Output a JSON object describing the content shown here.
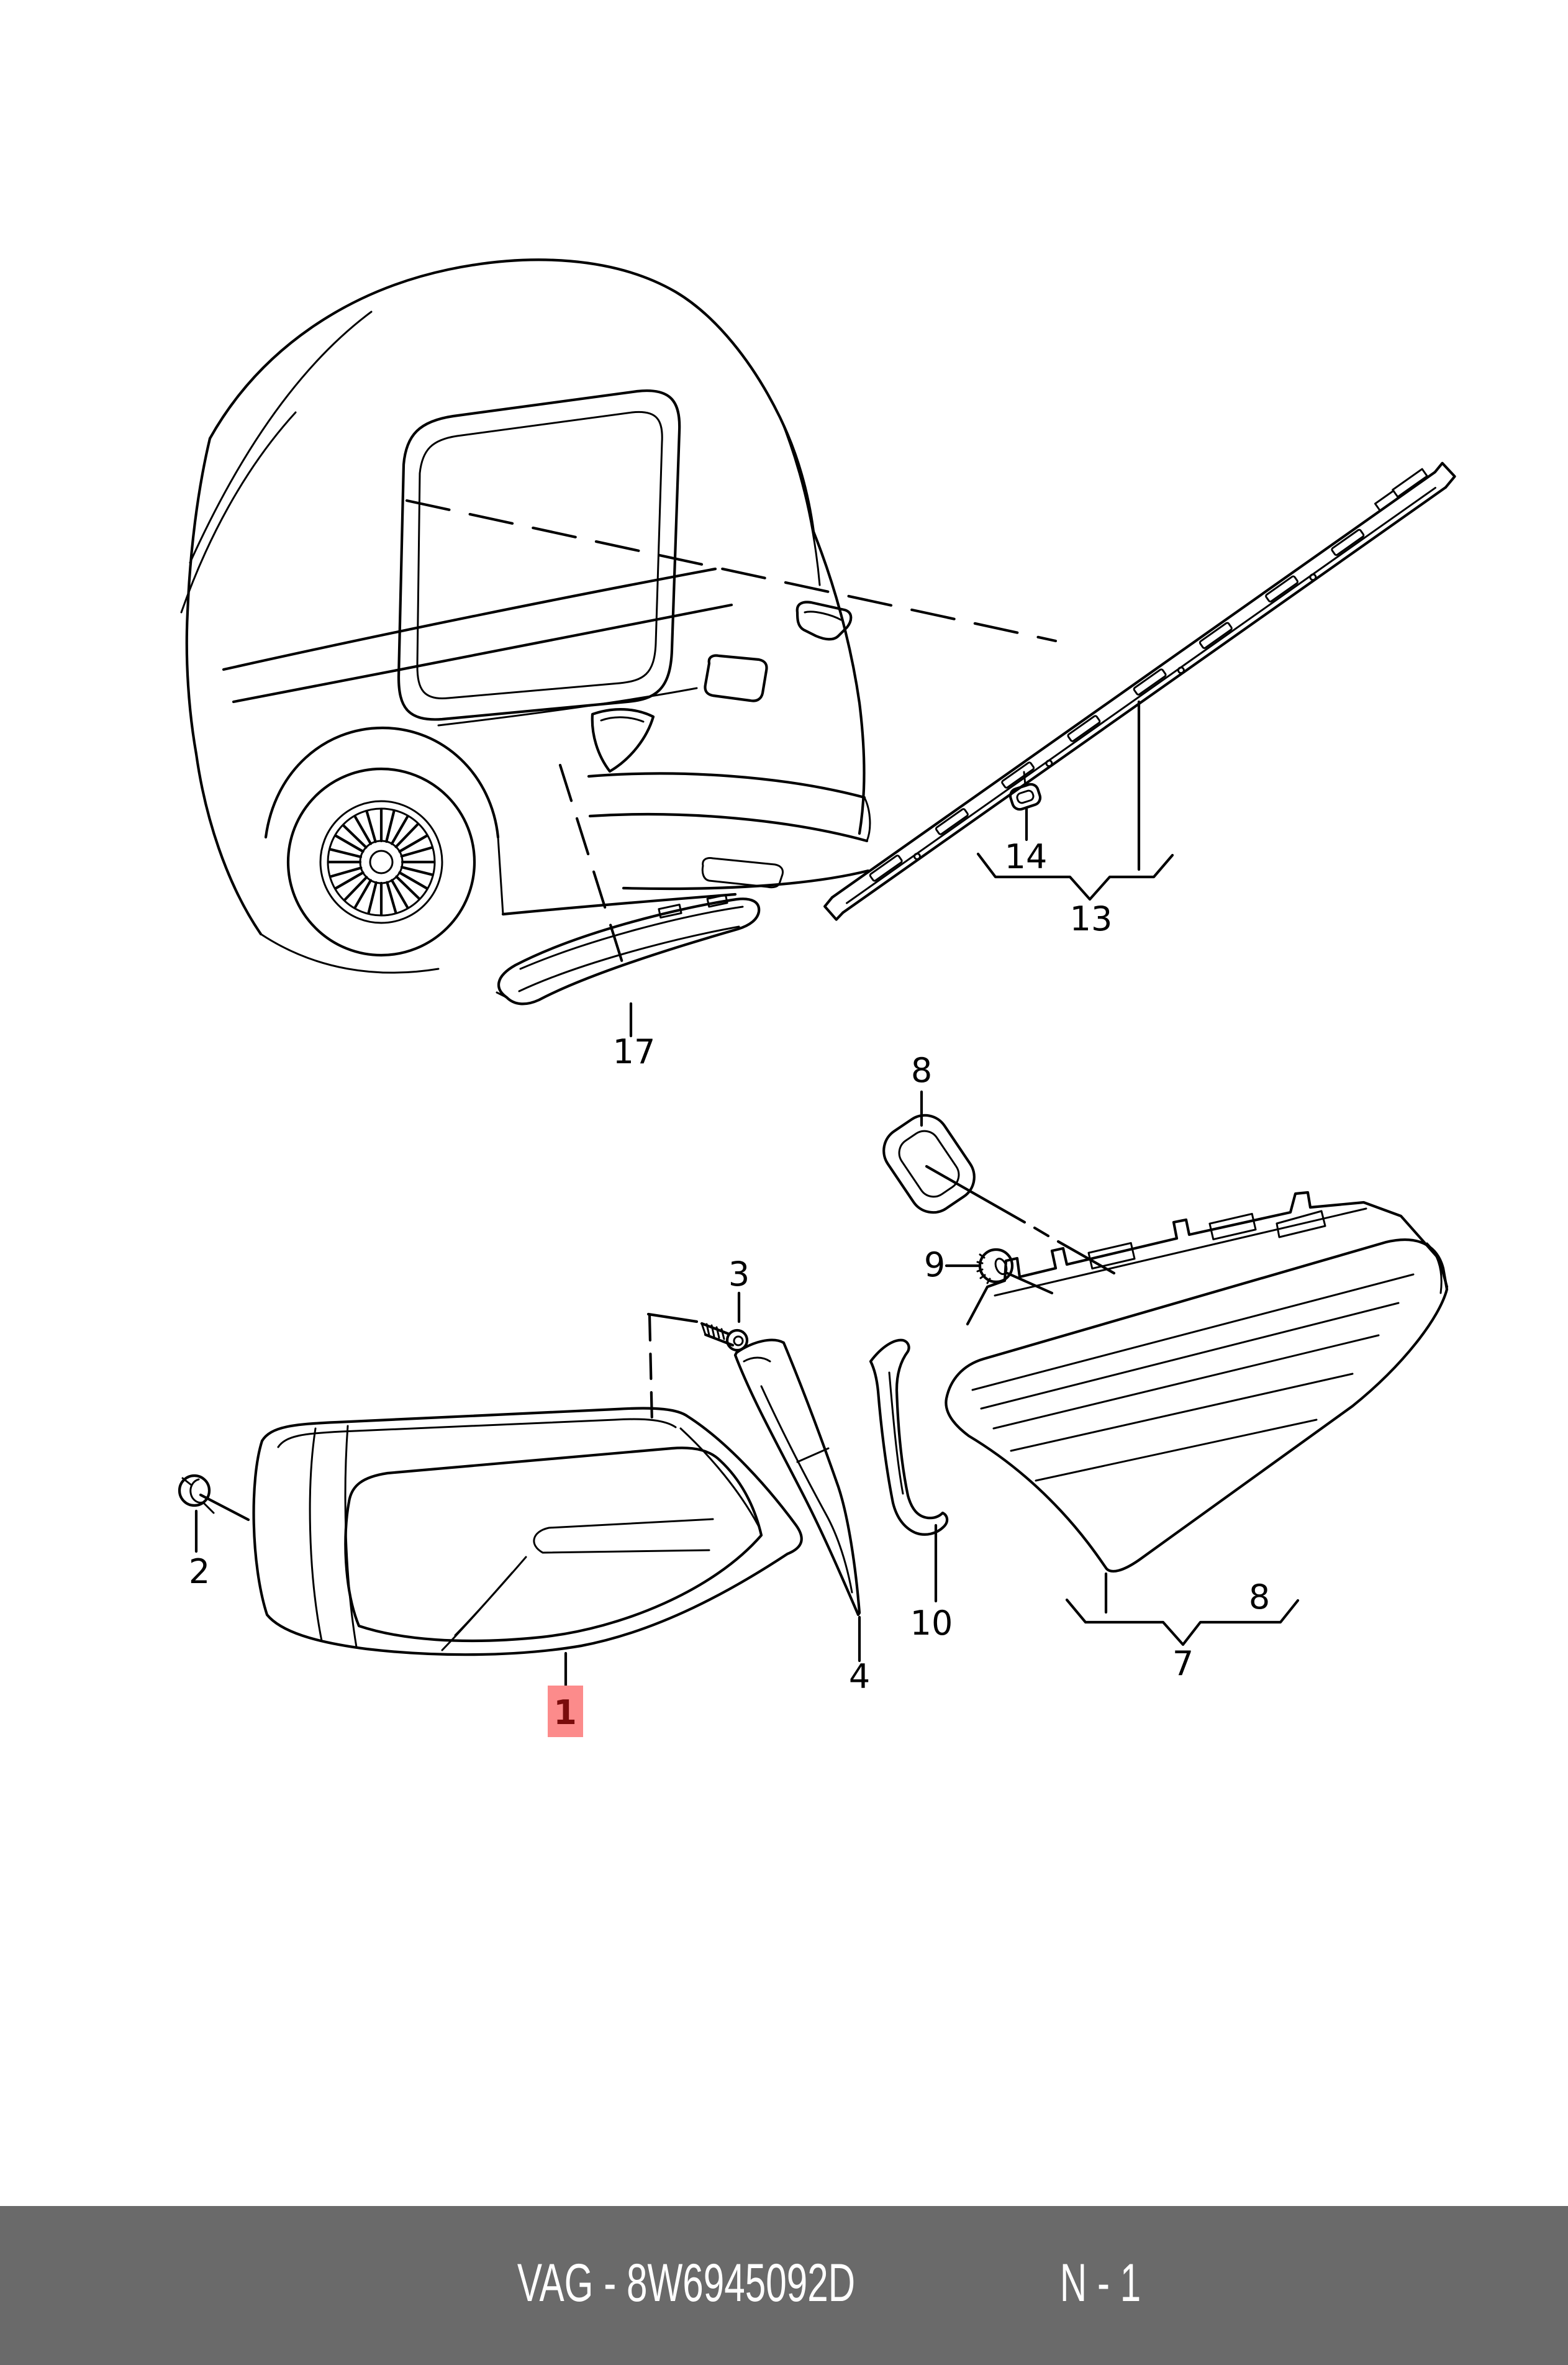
{
  "colors": {
    "page-bg": "#ffffff",
    "line": "#000000",
    "highlight-fill": "#fc8b8b",
    "highlight-text": "#7a0c0c",
    "footer-bg": "#6a6a6a",
    "footer-text": "#ffffff"
  },
  "callouts": {
    "c1": {
      "label": "1",
      "highlighted": true
    },
    "c2": {
      "label": "2"
    },
    "c3": {
      "label": "3"
    },
    "c4": {
      "label": "4"
    },
    "c7": {
      "label": "7"
    },
    "c8a": {
      "label": "8"
    },
    "c8b": {
      "label": "8"
    },
    "c9": {
      "label": "9"
    },
    "c10": {
      "label": "10"
    },
    "c13": {
      "label": "13"
    },
    "c14": {
      "label": "14"
    },
    "c17": {
      "label": "17"
    }
  },
  "footer": {
    "catalog_code": "VAG - 8W6945092D",
    "page_ref": "N - 1"
  }
}
